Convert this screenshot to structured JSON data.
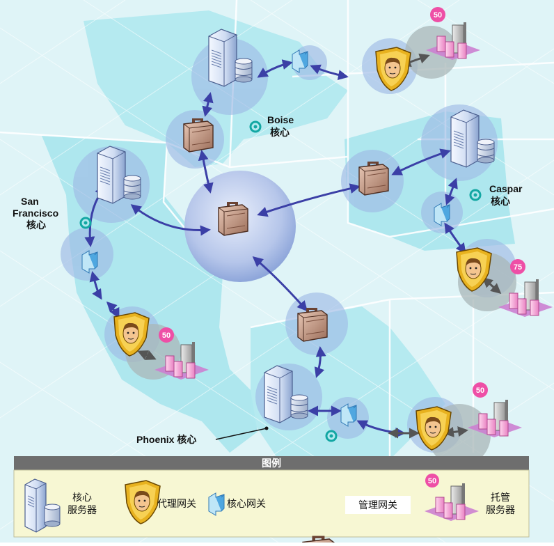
{
  "hubs": {
    "boise": {
      "name": "Boise",
      "suffix": "核心"
    },
    "caspar": {
      "name": "Caspar",
      "suffix": "核心"
    },
    "san_francisco": {
      "name_line1": "San",
      "name_line2": "Francisco",
      "suffix": "核心"
    },
    "phoenix": {
      "label": "Phoenix 核心"
    }
  },
  "server_counts": {
    "top_right": "50",
    "right": "75",
    "bottom_left": "50",
    "bottom_right": "50"
  },
  "legend": {
    "title": "图例",
    "core_server_line1": "核心",
    "core_server_line2": "服务器",
    "proxy_gateway": "代理网关",
    "core_gateway": "核心网关",
    "management_gateway": "管理网关",
    "hosted_server_line1": "托管",
    "hosted_server_line2": "服务器",
    "hosted_count": "50"
  },
  "colors": {
    "map_background": "#dff4f7",
    "land": "#aee7ee",
    "halo": "#9fbbe6",
    "arrow": "#3b3fa6",
    "legend_header": "#6e6e6e",
    "legend_body": "#f7f7d3",
    "count_badge": "#ee4fa6"
  }
}
